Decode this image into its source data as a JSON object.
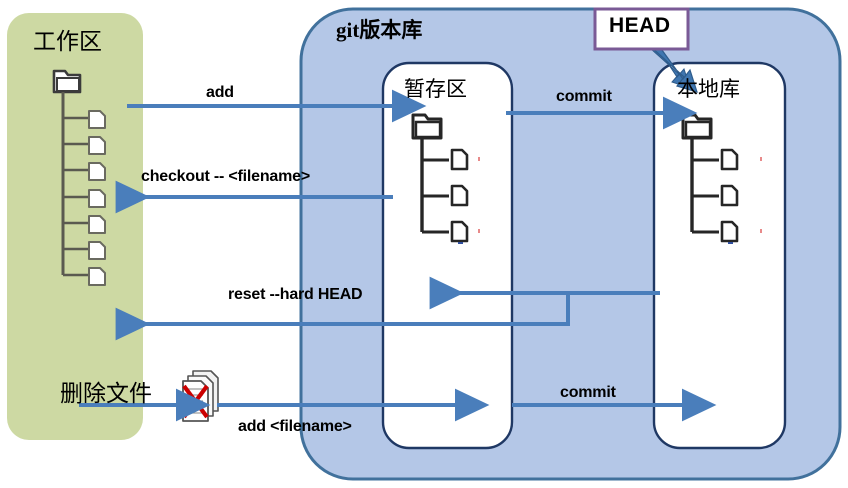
{
  "diagram": {
    "title_workspace": "工作区",
    "title_repo": "git版本库",
    "title_staging": "暂存区",
    "title_local": "本地库",
    "head_label": "HEAD",
    "delete_file_label": "删除文件"
  },
  "commands": {
    "add": "add",
    "checkout": "checkout -- <filename>",
    "commit_top": "commit",
    "reset": "reset --hard HEAD",
    "add_filename": "add  <filename>",
    "commit_bottom": "commit"
  },
  "icons": {
    "workspace_tree": "folder-tree-icon",
    "staging_tree": "folder-tree-icon",
    "local_tree": "folder-tree-icon",
    "deleted_files": "deleted-files-icon"
  },
  "colors": {
    "workspace_fill": "#cdd9a3",
    "repo_fill": "#b4c7e7",
    "repo_stroke": "#41719c",
    "inner_fill": "#ffffff",
    "inner_stroke": "#1f3864",
    "arrow": "#4a7ebb",
    "head_border": "#7a5a96",
    "head_fill": "#ffffff",
    "icon_stroke": "#3b3b3b",
    "delete_x": "#cc0000"
  },
  "counts": {
    "workspace_files": 7,
    "staging_files": 3,
    "local_files": 3
  }
}
